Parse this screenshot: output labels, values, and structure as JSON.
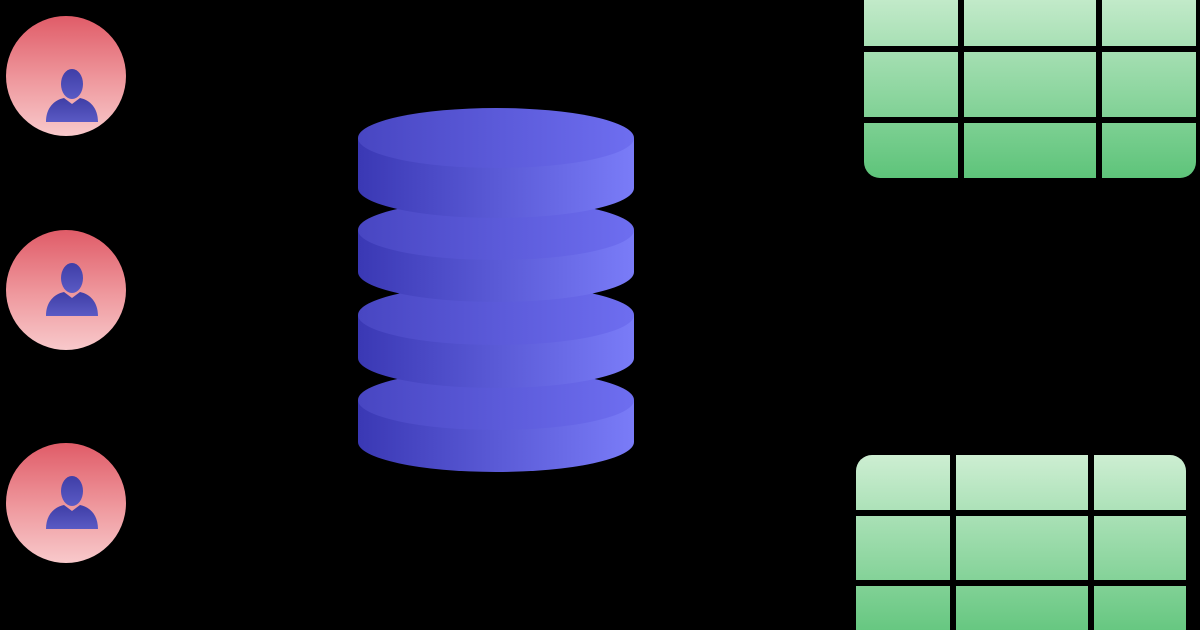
{
  "users": [
    {
      "icon": "user-icon"
    },
    {
      "icon": "user-icon"
    },
    {
      "icon": "user-icon"
    }
  ],
  "database": {
    "icon": "database-icon",
    "disks": 4
  },
  "tables": [
    {
      "icon": "table-icon",
      "rows": 3,
      "columns": 3
    },
    {
      "icon": "table-icon",
      "rows": 3,
      "columns": 3
    }
  ],
  "colors": {
    "background": "#000000",
    "user_circle_top": "#e05c68",
    "user_circle_bottom": "#f8c9cb",
    "user_figure": "#4a49b0",
    "database_dark": "#3a38b4",
    "database_light": "#7a7cf8",
    "table_light": "#cdeed2",
    "table_dark": "#5ec47a",
    "table_lines": "#000000"
  }
}
